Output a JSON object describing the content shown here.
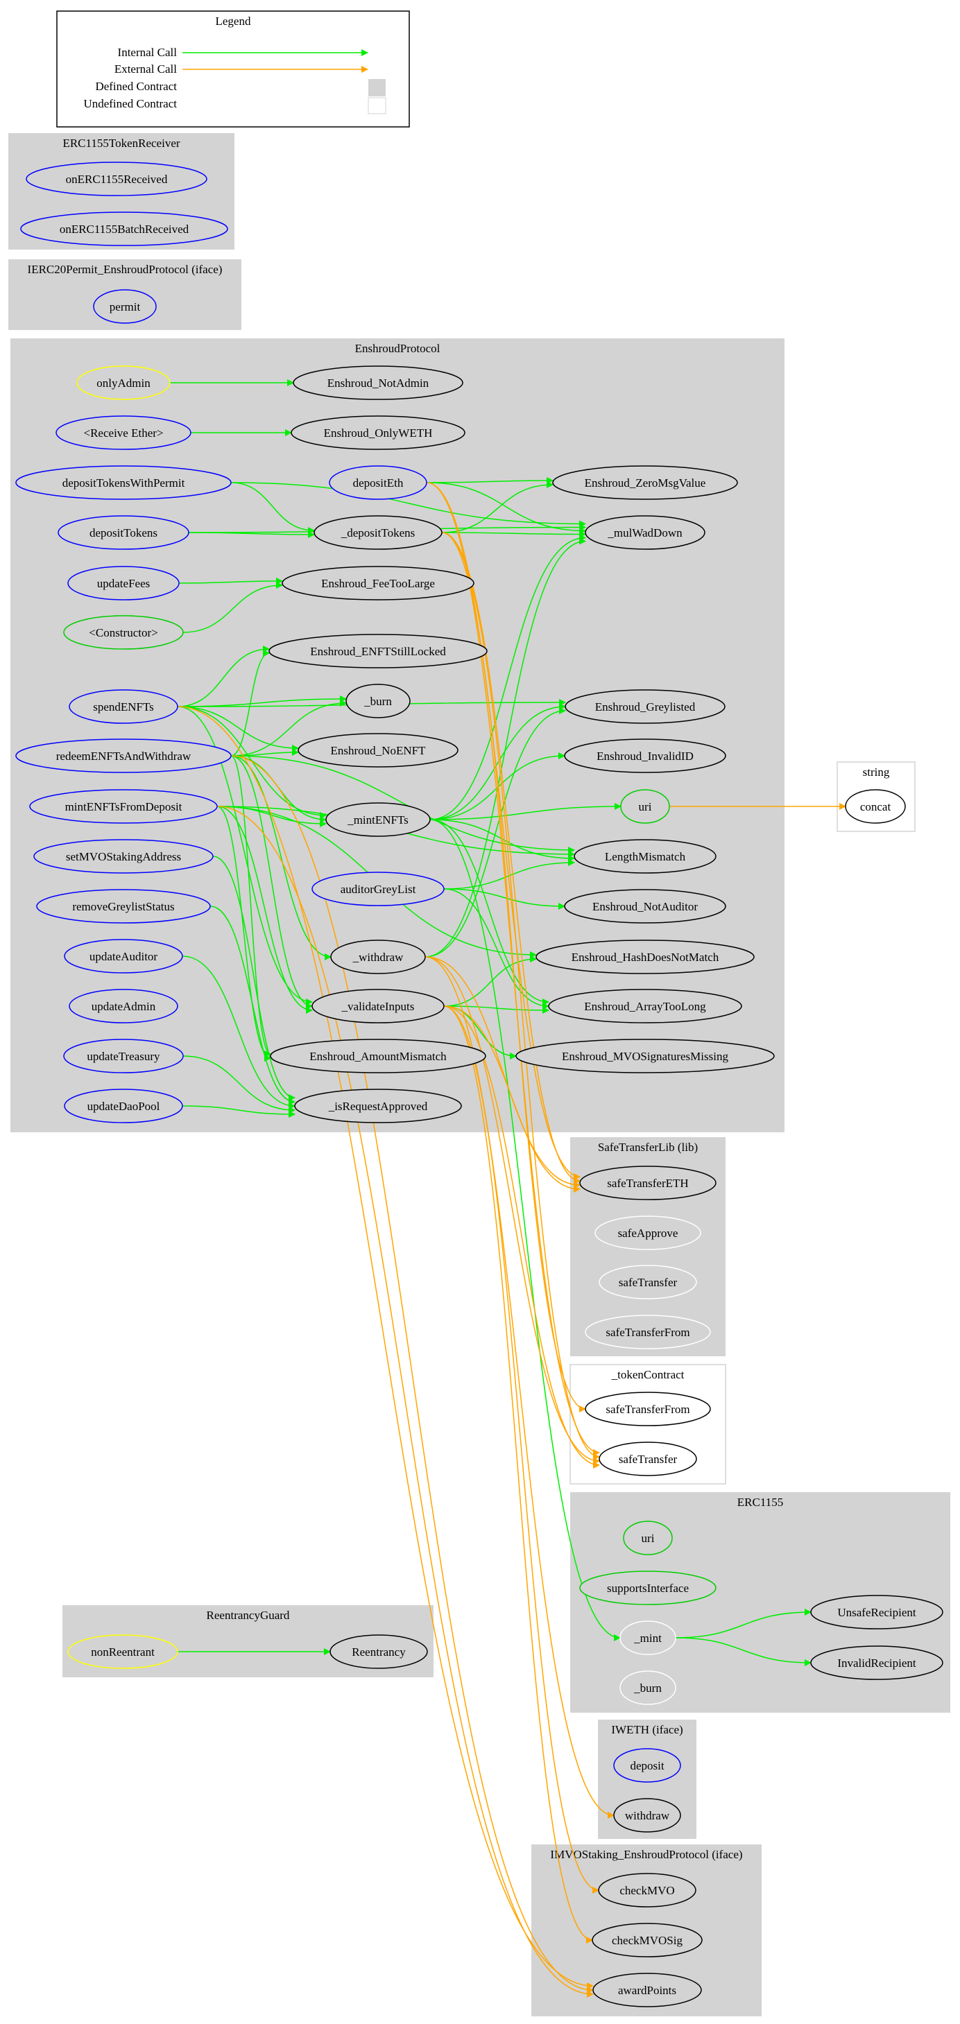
{
  "legend": {
    "title": "Legend",
    "items": [
      "Internal Call",
      "External Call",
      "Defined Contract",
      "Undefined Contract"
    ]
  },
  "colors": {
    "internal": "#00ee00",
    "external": "#ffa500",
    "cluster_fill": "#d3d3d3",
    "public": "#0000ff",
    "modifier": "#ffff00",
    "internal_fn": "#00cc00",
    "private": "#ffffff"
  },
  "clusters": [
    {
      "id": "erc1155receiver",
      "label": "ERC1155TokenReceiver"
    },
    {
      "id": "ierc20permit",
      "label": "IERC20Permit_EnshroudProtocol  (iface)"
    },
    {
      "id": "enshroud",
      "label": "EnshroudProtocol"
    },
    {
      "id": "string",
      "label": "string"
    },
    {
      "id": "safetransferlib",
      "label": "SafeTransferLib  (lib)"
    },
    {
      "id": "tokencontract",
      "label": "_tokenContract"
    },
    {
      "id": "erc1155",
      "label": "ERC1155"
    },
    {
      "id": "reentrancy",
      "label": "ReentrancyGuard"
    },
    {
      "id": "iweth",
      "label": "IWETH  (iface)"
    },
    {
      "id": "imvo",
      "label": "IMVOStaking_EnshroudProtocol  (iface)"
    }
  ],
  "nodes": [
    {
      "id": "onERC1155Received",
      "label": "onERC1155Received"
    },
    {
      "id": "onERC1155BatchReceived",
      "label": "onERC1155BatchReceived"
    },
    {
      "id": "permit",
      "label": "permit"
    },
    {
      "id": "onlyAdmin",
      "label": "onlyAdmin"
    },
    {
      "id": "receiveEther",
      "label": "<Receive Ether>"
    },
    {
      "id": "depositTokensWithPermit",
      "label": "depositTokensWithPermit"
    },
    {
      "id": "depositTokens",
      "label": "depositTokens"
    },
    {
      "id": "updateFees",
      "label": "updateFees"
    },
    {
      "id": "constructor",
      "label": "<Constructor>"
    },
    {
      "id": "spendENFTs",
      "label": "spendENFTs"
    },
    {
      "id": "redeemENFTsAndWithdraw",
      "label": "redeemENFTsAndWithdraw"
    },
    {
      "id": "mintENFTsFromDeposit",
      "label": "mintENFTsFromDeposit"
    },
    {
      "id": "setMVOStakingAddress",
      "label": "setMVOStakingAddress"
    },
    {
      "id": "removeGreylistStatus",
      "label": "removeGreylistStatus"
    },
    {
      "id": "updateAuditor",
      "label": "updateAuditor"
    },
    {
      "id": "updateAdmin",
      "label": "updateAdmin"
    },
    {
      "id": "updateTreasury",
      "label": "updateTreasury"
    },
    {
      "id": "updateDaoPool",
      "label": "updateDaoPool"
    },
    {
      "id": "E_NotAdmin",
      "label": "Enshroud_NotAdmin"
    },
    {
      "id": "E_OnlyWETH",
      "label": "Enshroud_OnlyWETH"
    },
    {
      "id": "depositEth",
      "label": "depositEth"
    },
    {
      "id": "_depositTokens",
      "label": "_depositTokens"
    },
    {
      "id": "E_FeeTooLarge",
      "label": "Enshroud_FeeTooLarge"
    },
    {
      "id": "E_ENFTStillLocked",
      "label": "Enshroud_ENFTStillLocked"
    },
    {
      "id": "_burn",
      "label": "_burn"
    },
    {
      "id": "E_NoENFT",
      "label": "Enshroud_NoENFT"
    },
    {
      "id": "_mintENFTs",
      "label": "_mintENFTs"
    },
    {
      "id": "auditorGreyList",
      "label": "auditorGreyList"
    },
    {
      "id": "_withdraw",
      "label": "_withdraw"
    },
    {
      "id": "_validateInputs",
      "label": "_validateInputs"
    },
    {
      "id": "E_AmountMismatch",
      "label": "Enshroud_AmountMismatch"
    },
    {
      "id": "_isRequestApproved",
      "label": "_isRequestApproved"
    },
    {
      "id": "E_ZeroMsgValue",
      "label": "Enshroud_ZeroMsgValue"
    },
    {
      "id": "_mulWadDown",
      "label": "_mulWadDown"
    },
    {
      "id": "E_Greylisted",
      "label": "Enshroud_Greylisted"
    },
    {
      "id": "E_InvalidID",
      "label": "Enshroud_InvalidID"
    },
    {
      "id": "uriE",
      "label": "uri"
    },
    {
      "id": "LengthMismatch",
      "label": "LengthMismatch"
    },
    {
      "id": "E_NotAuditor",
      "label": "Enshroud_NotAuditor"
    },
    {
      "id": "E_HashDoesNotMatch",
      "label": "Enshroud_HashDoesNotMatch"
    },
    {
      "id": "E_ArrayTooLong",
      "label": "Enshroud_ArrayTooLong"
    },
    {
      "id": "E_MVOSigMissing",
      "label": "Enshroud_MVOSignaturesMissing"
    },
    {
      "id": "concat",
      "label": "concat"
    },
    {
      "id": "safeTransferETH",
      "label": "safeTransferETH"
    },
    {
      "id": "safeApprove",
      "label": "safeApprove"
    },
    {
      "id": "safeTransferL",
      "label": "safeTransfer"
    },
    {
      "id": "safeTransferFromL",
      "label": "safeTransferFrom"
    },
    {
      "id": "tc_safeTransferFrom",
      "label": "safeTransferFrom"
    },
    {
      "id": "tc_safeTransfer",
      "label": "safeTransfer"
    },
    {
      "id": "uri1155",
      "label": "uri"
    },
    {
      "id": "supportsInterface",
      "label": "supportsInterface"
    },
    {
      "id": "_mint",
      "label": "_mint"
    },
    {
      "id": "_burn1155",
      "label": "_burn"
    },
    {
      "id": "UnsafeRecipient",
      "label": "UnsafeRecipient"
    },
    {
      "id": "InvalidRecipient",
      "label": "InvalidRecipient"
    },
    {
      "id": "nonReentrant",
      "label": "nonReentrant"
    },
    {
      "id": "Reentrancy",
      "label": "Reentrancy"
    },
    {
      "id": "iweth_deposit",
      "label": "deposit"
    },
    {
      "id": "iweth_withdraw",
      "label": "withdraw"
    },
    {
      "id": "checkMVO",
      "label": "checkMVO"
    },
    {
      "id": "checkMVOSig",
      "label": "checkMVOSig"
    },
    {
      "id": "awardPoints",
      "label": "awardPoints"
    }
  ],
  "edges": [
    {
      "from": "onlyAdmin",
      "to": "E_NotAdmin",
      "type": "internal"
    },
    {
      "from": "receiveEther",
      "to": "E_OnlyWETH",
      "type": "internal"
    },
    {
      "from": "depositTokensWithPermit",
      "to": "_depositTokens",
      "type": "internal"
    },
    {
      "from": "depositTokensWithPermit",
      "to": "_mulWadDown",
      "type": "internal"
    },
    {
      "from": "depositTokens",
      "to": "_depositTokens",
      "type": "internal"
    },
    {
      "from": "depositTokens",
      "to": "_mulWadDown",
      "type": "internal"
    },
    {
      "from": "updateFees",
      "to": "E_FeeTooLarge",
      "type": "internal"
    },
    {
      "from": "constructor",
      "to": "E_FeeTooLarge",
      "type": "internal"
    },
    {
      "from": "depositEth",
      "to": "E_ZeroMsgValue",
      "type": "internal"
    },
    {
      "from": "depositEth",
      "to": "_mulWadDown",
      "type": "internal"
    },
    {
      "from": "_depositTokens",
      "to": "E_ZeroMsgValue",
      "type": "internal"
    },
    {
      "from": "_depositTokens",
      "to": "_mulWadDown",
      "type": "internal"
    },
    {
      "from": "spendENFTs",
      "to": "E_Greylisted",
      "type": "internal"
    },
    {
      "from": "spendENFTs",
      "to": "E_ENFTStillLocked",
      "type": "internal"
    },
    {
      "from": "spendENFTs",
      "to": "_burn",
      "type": "internal"
    },
    {
      "from": "spendENFTs",
      "to": "E_NoENFT",
      "type": "internal"
    },
    {
      "from": "spendENFTs",
      "to": "_mintENFTs",
      "type": "internal"
    },
    {
      "from": "spendENFTs",
      "to": "_validateInputs",
      "type": "internal"
    },
    {
      "from": "redeemENFTsAndWithdraw",
      "to": "E_ENFTStillLocked",
      "type": "internal"
    },
    {
      "from": "redeemENFTsAndWithdraw",
      "to": "_burn",
      "type": "internal"
    },
    {
      "from": "redeemENFTsAndWithdraw",
      "to": "E_NoENFT",
      "type": "internal"
    },
    {
      "from": "redeemENFTsAndWithdraw",
      "to": "_mintENFTs",
      "type": "internal"
    },
    {
      "from": "redeemENFTsAndWithdraw",
      "to": "_withdraw",
      "type": "internal"
    },
    {
      "from": "redeemENFTsAndWithdraw",
      "to": "_validateInputs",
      "type": "internal"
    },
    {
      "from": "redeemENFTsAndWithdraw",
      "to": "LengthMismatch",
      "type": "internal"
    },
    {
      "from": "redeemENFTsAndWithdraw",
      "to": "E_AmountMismatch",
      "type": "internal"
    },
    {
      "from": "mintENFTsFromDeposit",
      "to": "_mintENFTs",
      "type": "internal"
    },
    {
      "from": "mintENFTsFromDeposit",
      "to": "_validateInputs",
      "type": "internal"
    },
    {
      "from": "mintENFTsFromDeposit",
      "to": "LengthMismatch",
      "type": "internal"
    },
    {
      "from": "mintENFTsFromDeposit",
      "to": "E_HashDoesNotMatch",
      "type": "internal"
    },
    {
      "from": "mintENFTsFromDeposit",
      "to": "E_AmountMismatch",
      "type": "internal"
    },
    {
      "from": "setMVOStakingAddress",
      "to": "_isRequestApproved",
      "type": "internal"
    },
    {
      "from": "removeGreylistStatus",
      "to": "_isRequestApproved",
      "type": "internal"
    },
    {
      "from": "updateAuditor",
      "to": "_isRequestApproved",
      "type": "internal"
    },
    {
      "from": "updateTreasury",
      "to": "_isRequestApproved",
      "type": "internal"
    },
    {
      "from": "updateDaoPool",
      "to": "_isRequestApproved",
      "type": "internal"
    },
    {
      "from": "_mintENFTs",
      "to": "_mulWadDown",
      "type": "internal"
    },
    {
      "from": "_mintENFTs",
      "to": "E_Greylisted",
      "type": "internal"
    },
    {
      "from": "_mintENFTs",
      "to": "E_InvalidID",
      "type": "internal"
    },
    {
      "from": "_mintENFTs",
      "to": "uriE",
      "type": "internal"
    },
    {
      "from": "_mintENFTs",
      "to": "LengthMismatch",
      "type": "internal"
    },
    {
      "from": "_mintENFTs",
      "to": "E_ArrayTooLong",
      "type": "internal"
    },
    {
      "from": "_mintENFTs",
      "to": "_mint",
      "type": "internal"
    },
    {
      "from": "auditorGreyList",
      "to": "LengthMismatch",
      "type": "internal"
    },
    {
      "from": "auditorGreyList",
      "to": "E_NotAuditor",
      "type": "internal"
    },
    {
      "from": "auditorGreyList",
      "to": "E_ArrayTooLong",
      "type": "internal"
    },
    {
      "from": "_withdraw",
      "to": "_mulWadDown",
      "type": "internal"
    },
    {
      "from": "_withdraw",
      "to": "E_Greylisted",
      "type": "internal"
    },
    {
      "from": "_validateInputs",
      "to": "E_HashDoesNotMatch",
      "type": "internal"
    },
    {
      "from": "_validateInputs",
      "to": "E_ArrayTooLong",
      "type": "internal"
    },
    {
      "from": "_validateInputs",
      "to": "E_MVOSigMissing",
      "type": "internal"
    },
    {
      "from": "_mint",
      "to": "UnsafeRecipient",
      "type": "internal"
    },
    {
      "from": "_mint",
      "to": "InvalidRecipient",
      "type": "internal"
    },
    {
      "from": "nonReentrant",
      "to": "Reentrancy",
      "type": "internal"
    },
    {
      "from": "uriE",
      "to": "concat",
      "type": "external"
    },
    {
      "from": "depositEth",
      "to": "safeTransferETH",
      "type": "external"
    },
    {
      "from": "depositEth",
      "to": "tc_safeTransfer",
      "type": "external"
    },
    {
      "from": "_depositTokens",
      "to": "safeTransferETH",
      "type": "external"
    },
    {
      "from": "_depositTokens",
      "to": "tc_safeTransferFrom",
      "type": "external"
    },
    {
      "from": "_depositTokens",
      "to": "tc_safeTransfer",
      "type": "external"
    },
    {
      "from": "_withdraw",
      "to": "safeTransferETH",
      "type": "external"
    },
    {
      "from": "_withdraw",
      "to": "tc_safeTransfer",
      "type": "external"
    },
    {
      "from": "_withdraw",
      "to": "iweth_withdraw",
      "type": "external"
    },
    {
      "from": "_validateInputs",
      "to": "safeTransferETH",
      "type": "external"
    },
    {
      "from": "_validateInputs",
      "to": "tc_safeTransfer",
      "type": "external"
    },
    {
      "from": "_validateInputs",
      "to": "checkMVO",
      "type": "external"
    },
    {
      "from": "_validateInputs",
      "to": "checkMVOSig",
      "type": "external"
    },
    {
      "from": "spendENFTs",
      "to": "awardPoints",
      "type": "external"
    },
    {
      "from": "redeemENFTsAndWithdraw",
      "to": "awardPoints",
      "type": "external"
    },
    {
      "from": "mintENFTsFromDeposit",
      "to": "awardPoints",
      "type": "external"
    }
  ]
}
